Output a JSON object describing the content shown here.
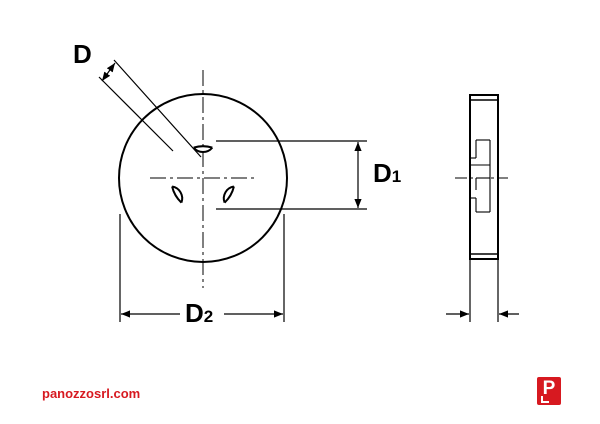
{
  "labels": {
    "d": "D",
    "d1_main": "D",
    "d1_sub": "1",
    "d2_main": "D",
    "d2_sub": "2"
  },
  "footer": {
    "website": "panozzosrl.com",
    "logo_letter": "P"
  },
  "colors": {
    "ink": "#000000",
    "brand": "#d71920",
    "background": "#ffffff"
  }
}
